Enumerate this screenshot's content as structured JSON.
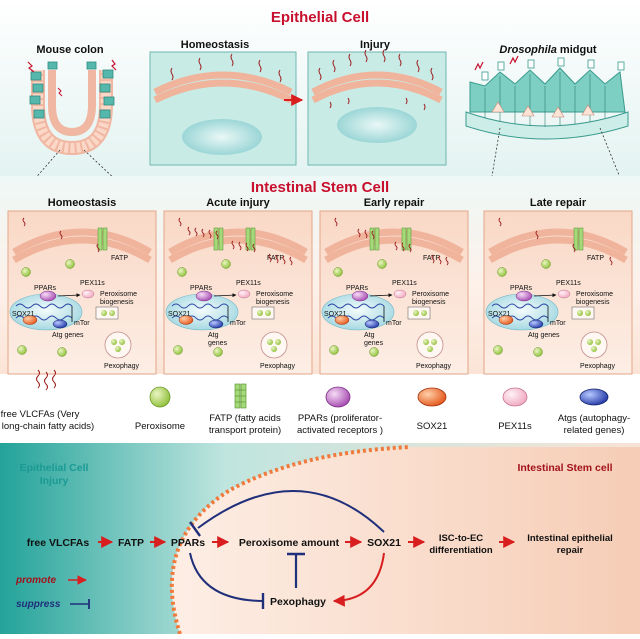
{
  "top": {
    "title": "Epithelial Cell",
    "mouse_colon": "Mouse colon",
    "homeostasis": "Homeostasis",
    "injury": "Injury",
    "drosophila_italic": "Drosophila",
    "drosophila_rest": " midgut"
  },
  "isc": {
    "title": "Intestinal Stem Cell",
    "panels": [
      {
        "stage": "Homeostasis",
        "fatp": "FATP",
        "ppars": "PPARs",
        "pex11s": "PEX11s",
        "perox1": "Peroxisome",
        "perox2": "biogenesis",
        "sox21": "SOX21",
        "mtor": "mTor",
        "atg": "Atg genes",
        "pexophagy": "Pexophagy"
      },
      {
        "stage": "Acute injury",
        "fatp": "FATP",
        "ppars": "PPARs",
        "pex11s": "PEX11s",
        "perox1": "Peroxisome",
        "perox2": "biogenesis",
        "sox21": "SOX21",
        "mtor": "mTor",
        "atg": "Atg",
        "atg2": "genes",
        "pexophagy": "Pexophagy"
      },
      {
        "stage": "Early repair",
        "fatp": "FATP",
        "ppars": "PPARs",
        "pex11s": "PEX11s",
        "perox1": "Peroxisome",
        "perox2": "biogenesis",
        "sox21": "SOX21",
        "mtor": "mTor",
        "atg": "Atg",
        "atg2": "genes",
        "pexophagy": "Pexophagy"
      },
      {
        "stage": "Late repair",
        "fatp": "FATP",
        "ppars": "PPARs",
        "pex11s": "PEX11s",
        "perox1": "Peroxisome",
        "perox2": "biogenesis",
        "sox21": "SOX21",
        "mtor": "mTor",
        "atg": "Atg genes",
        "pexophagy": "Pexophagy"
      }
    ]
  },
  "legend": {
    "vlcfa_1": "free VLCFAs (Very",
    "vlcfa_2": "long-chain fatty acids)",
    "peroxisome": "Peroxisome",
    "fatp_1": "FATP (fatty acids",
    "fatp_2": "transport protein)",
    "ppars_1": "PPARs (proliferator-",
    "ppars_2": "activated receptors )",
    "sox21": "SOX21",
    "pex11s": "PEX11s",
    "atgs_1": "Atgs (autophagy-",
    "atgs_2": "related genes)"
  },
  "flow": {
    "epi_1": "Epithelial Cell",
    "epi_2": "Injury",
    "isc": "Intestinal Stem cell",
    "vlcfas": "free VLCFAs",
    "fatp": "FATP",
    "ppars": "PPARs",
    "perox_amount": "Peroxisome amount",
    "sox21": "SOX21",
    "isc_ec_1": "ISC-to-EC",
    "isc_ec_2": "differentiation",
    "repair_1": "Intestinal epithelial",
    "repair_2": "repair",
    "pexophagy": "Pexophagy",
    "promote": "promote",
    "suppress": "suppress"
  },
  "colors": {
    "title_red": "#c8102e",
    "arrow_red": "#d81e1e",
    "inhibit_blue": "#1f2f7a",
    "teal": "#1a9a93",
    "dark_red": "#a3131b",
    "panel_fill": "#fbe3d4",
    "peroxisome_green": "#b9d96a"
  }
}
